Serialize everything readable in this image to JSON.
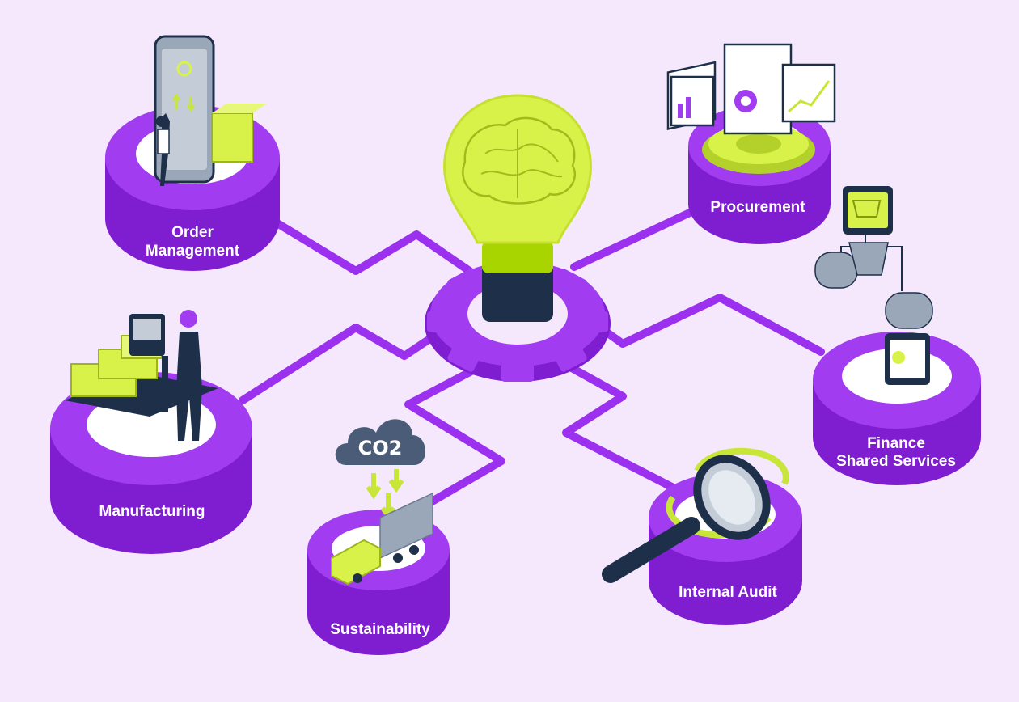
{
  "colors": {
    "background": "#f5e8fd",
    "platform_top": "#a23cf0",
    "platform_side": "#7f1dd1",
    "platform_inner": "#ffffff",
    "connector": "#9b30ee",
    "bulb_glow": "#d9f24a",
    "accent_lime": "#c8e63a",
    "dark_navy": "#1e2f4a",
    "label_text": "#ffffff"
  },
  "hub": {
    "icon": "lightbulb-brain-icon",
    "gear_icon": "gear-icon"
  },
  "nodes": {
    "order_management": {
      "line1": "Order",
      "line2": "Management",
      "icon": "smartphone-person-icon"
    },
    "procurement": {
      "line1": "Procurement",
      "icon": "dashboard-reports-gear-icon"
    },
    "finance": {
      "line1": "Finance",
      "line2": "Shared Services",
      "icon": "cart-flow-invoice-icon"
    },
    "manufacturing": {
      "line1": "Manufacturing",
      "icon": "worker-conveyor-icon"
    },
    "sustainability": {
      "line1": "Sustainability",
      "icon": "co2-cloud-truck-icon",
      "co2_text": "CO2"
    },
    "internal_audit": {
      "line1": "Internal Audit",
      "icon": "magnifier-icon"
    }
  }
}
